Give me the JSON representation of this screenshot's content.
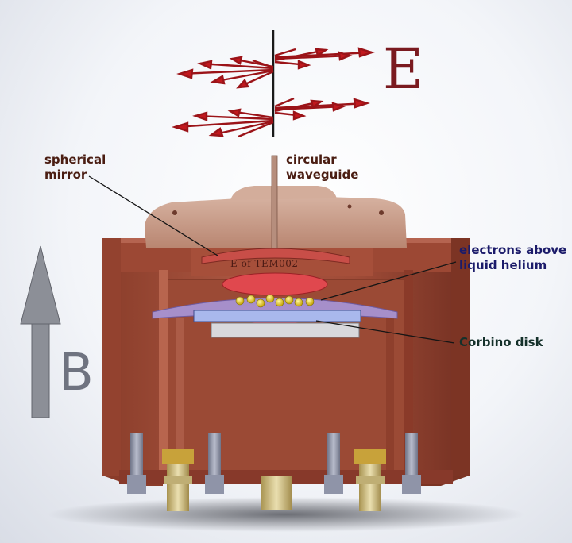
{
  "labels": {
    "field_symbol": "E",
    "spherical_mirror": [
      "spherical",
      "mirror"
    ],
    "circular_waveguide": [
      "circular",
      "waveguide"
    ],
    "mode_name": "E of TEM002",
    "electrons": [
      "electrons above",
      "liquid helium"
    ],
    "corbino": "Corbino disk",
    "magnetic_field": "B"
  },
  "colors": {
    "copper": "#a4503a",
    "copper_dark": "#7d3727",
    "copper_light": "#c27a60",
    "lid": "#c9a08d",
    "arrow_red": "#b3161b",
    "helium_purple": "#9c8ac8",
    "corbino_blue": "#9fb2e8",
    "electron_yellow": "#f2d21a",
    "screw_grey": "#9ba0b2",
    "brass": "#d8c78e",
    "b_arrow": "#8a8d96"
  },
  "icons": [
    "electric-field-arrows-icon",
    "magnetic-field-arrow-icon",
    "electron-icon",
    "screw-icon",
    "connector-icon"
  ]
}
